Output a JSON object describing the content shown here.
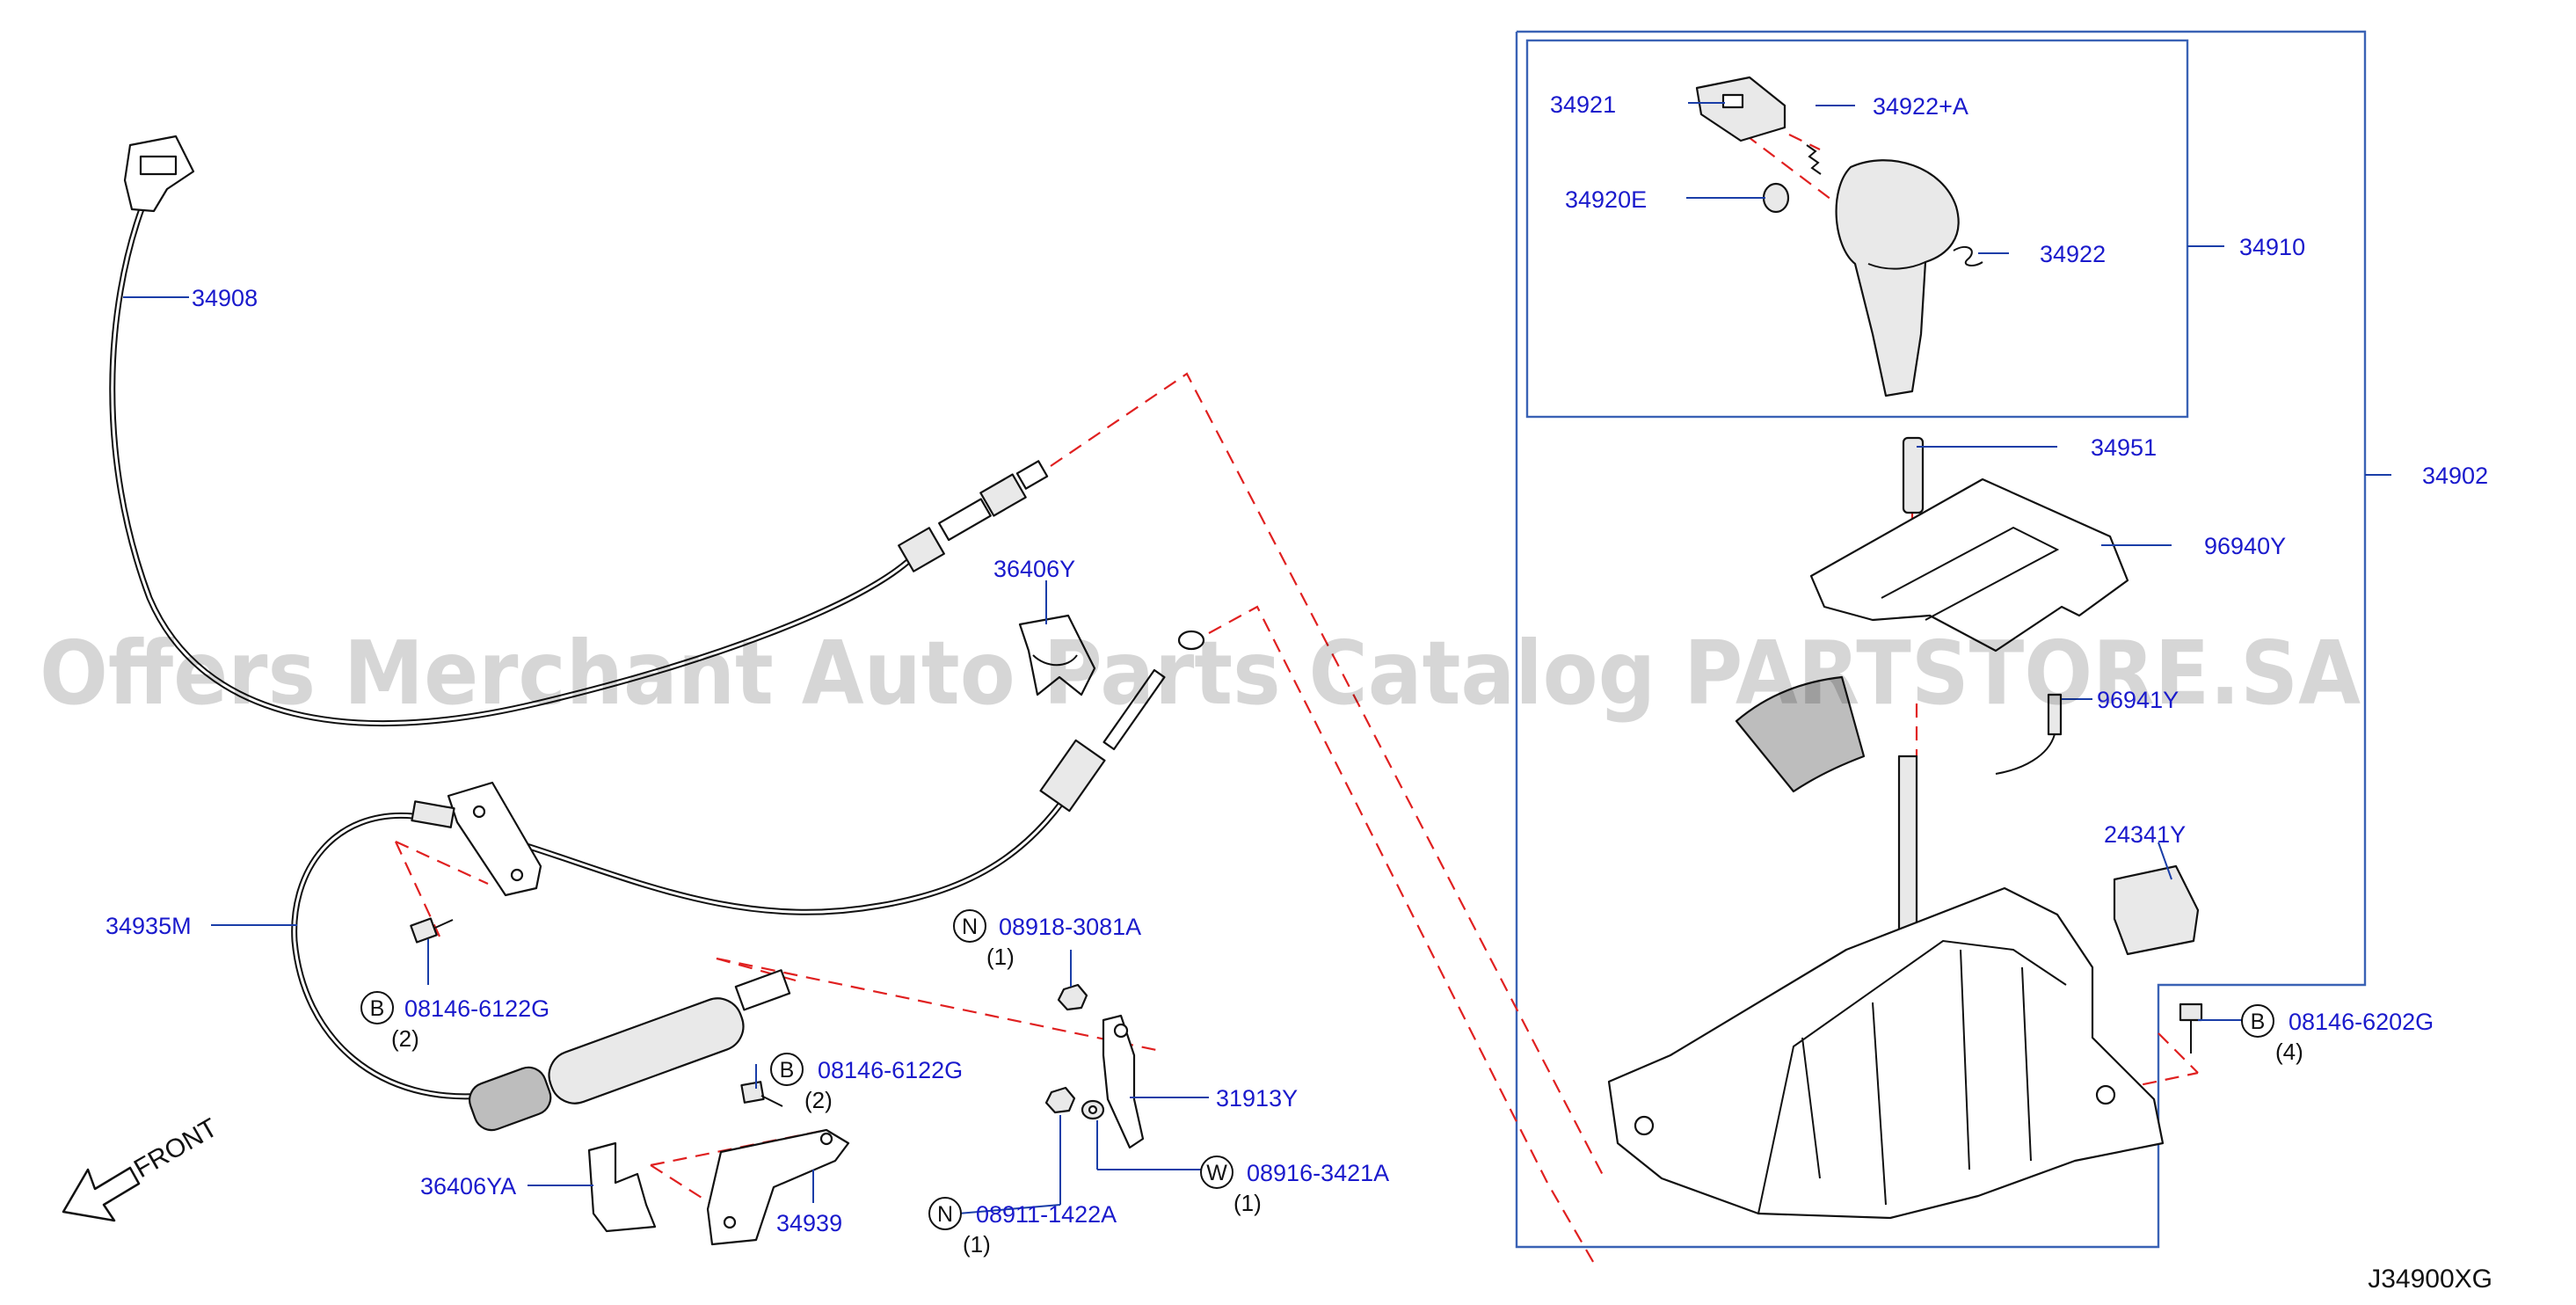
{
  "diagram": {
    "reference_code": "J34900XG",
    "front_label": "FRONT",
    "watermark": "Offers Merchant Auto Parts Catalog PARTSTORE.SA",
    "parts": {
      "p34908": "34908",
      "p34935M": "34935M",
      "p36406Y": "36406Y",
      "p36406YA": "36406YA",
      "p34939": "34939",
      "p31913Y": "31913Y",
      "p34921": "34921",
      "p34922A": "34922+A",
      "p34920E": "34920E",
      "p34922": "34922",
      "p34910": "34910",
      "p34951": "34951",
      "p34902": "34902",
      "p96940Y": "96940Y",
      "p96941Y": "96941Y",
      "p24341Y": "24341Y"
    },
    "fasteners": {
      "b_left": {
        "circle": "B",
        "number": "08146-6122G",
        "qty": "(2)"
      },
      "b_mid": {
        "circle": "B",
        "number": "08146-6122G",
        "qty": "(2)"
      },
      "n_top": {
        "circle": "N",
        "number": "08918-3081A",
        "qty": "(1)"
      },
      "w_washer": {
        "circle": "W",
        "number": "08916-3421A",
        "qty": "(1)"
      },
      "n_bottom": {
        "circle": "N",
        "number": "08911-1422A",
        "qty": "(1)"
      },
      "b_right": {
        "circle": "B",
        "number": "08146-6202G",
        "qty": "(4)"
      }
    },
    "colors": {
      "label_blue": "#1a1acc",
      "frame_blue": "#3a62b5",
      "guide_red": "#e02020"
    }
  }
}
